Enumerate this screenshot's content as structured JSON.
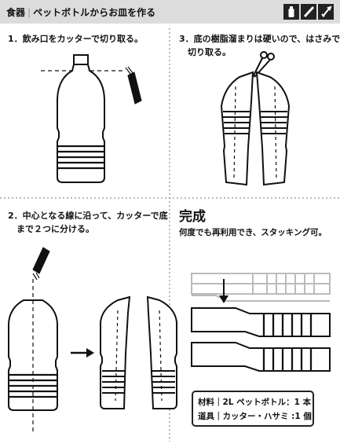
{
  "header": {
    "category": "食器",
    "title": "ペットボトルからお皿を作る",
    "icons": [
      "bottle-icon",
      "knife-icon",
      "tools-icon"
    ]
  },
  "steps": [
    {
      "label": "1．飲み口をカッターで切り取る。"
    },
    {
      "label_line1": "2．中心となる線に沿って、カッターで底",
      "label_line2": "　まで２つに分ける。"
    },
    {
      "label_line1": "3．底の樹脂溜まりは硬いので、はさみで",
      "label_line2": "　切り取る。"
    }
  ],
  "result": {
    "title": "完成",
    "description": "何度でも再利用でき、スタッキング可。"
  },
  "materials": {
    "material_line": "材料｜2L ペットボトル：1 本",
    "tools_line": "道具｜カッター・ハサミ :1 個"
  },
  "colors": {
    "header_bg": "#dcdcdc",
    "ink": "#111111",
    "ghost": "#bbbbbb"
  }
}
